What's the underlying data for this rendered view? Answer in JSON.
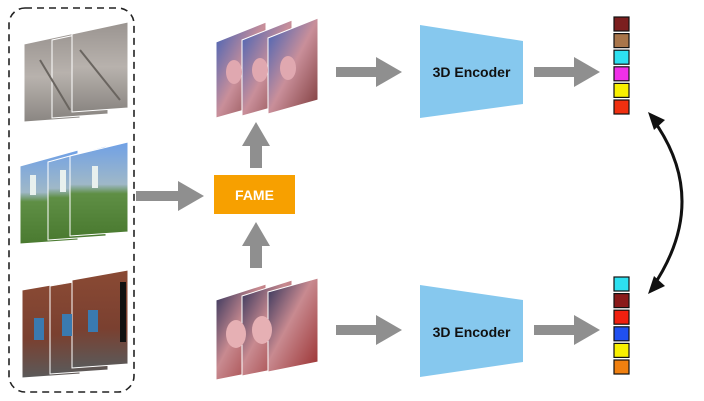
{
  "fame": {
    "label": "FAME",
    "color": "#F7A000"
  },
  "encoders": [
    {
      "label": "3D Encoder",
      "color": "#86C8EE"
    },
    {
      "label": "3D Encoder",
      "color": "#86C8EE"
    }
  ],
  "feature_vectors": {
    "top": [
      "#7B1F1F",
      "#A8754A",
      "#2DE0F0",
      "#F030E8",
      "#F8F000",
      "#F03010"
    ],
    "bottom": [
      "#2DE0F0",
      "#8A1A1A",
      "#F02010",
      "#2050F0",
      "#F8F000",
      "#F08010"
    ]
  },
  "colors": {
    "arrow": "#8F8F8F",
    "dashed_border": "#222222",
    "double_arrow": "#111111"
  },
  "icons": [
    "arrow-right-icon",
    "arrow-up-icon",
    "double-headed-arrow-icon"
  ]
}
